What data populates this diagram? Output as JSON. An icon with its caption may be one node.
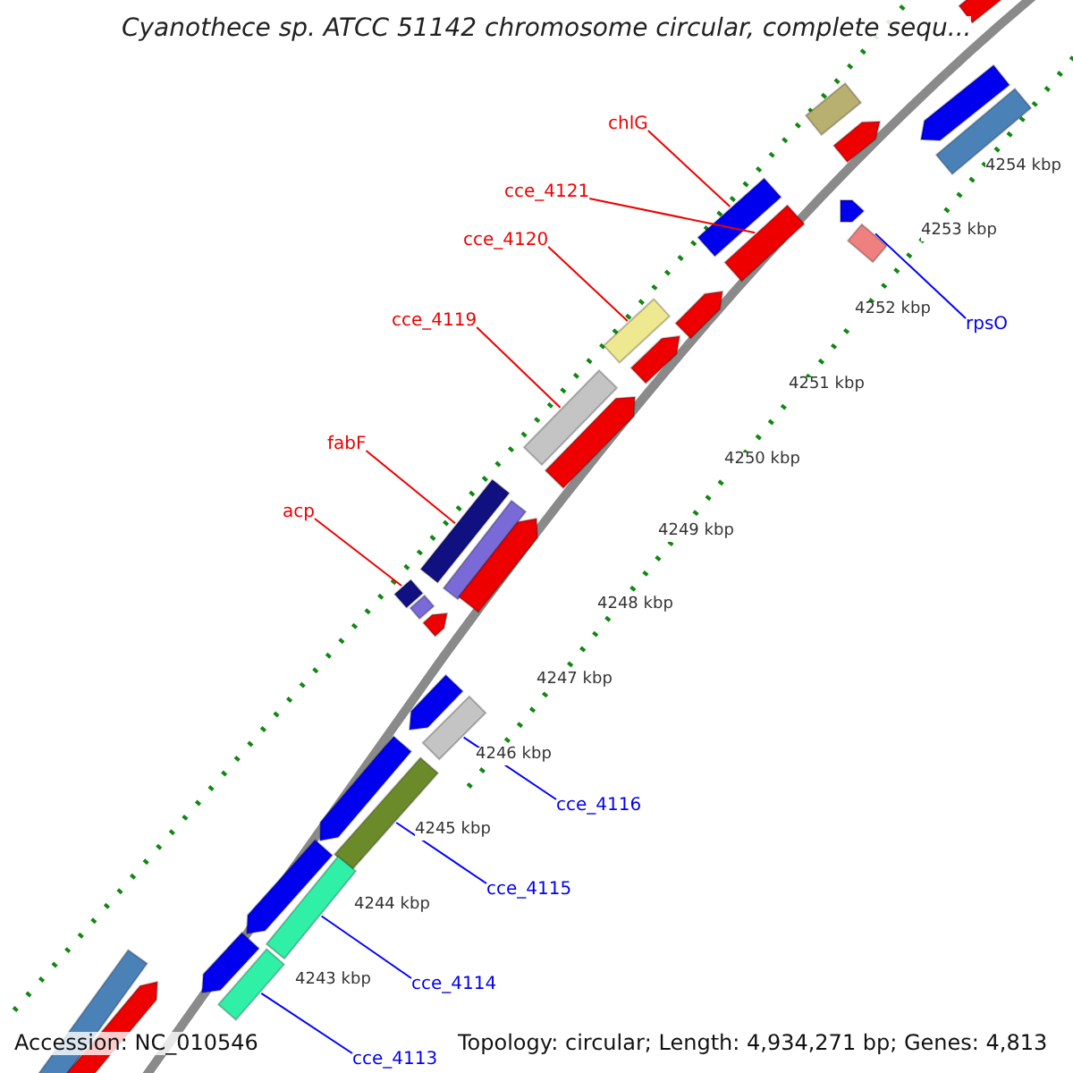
{
  "diagram": {
    "title": "Cyanothece sp. ATCC 51142 chromosome circular, complete sequ...",
    "nodes": [
      {
        "text": [
          "chlG"
        ]
      },
      {
        "text": [],
        "shape": "bar"
      },
      {
        "text": [
          "cce_4121"
        ]
      },
      {
        "text": [],
        "shape": "bar"
      },
      {
        "text": [
          "cce_4120"
        ]
      },
      {
        "text": [],
        "shape": "bar"
      },
      {
        "text": [
          "cce_4119"
        ]
      },
      {
        "text": [],
        "shape": "bar"
      },
      {
        "text": [
          "rpsO"
        ]
      },
      {
        "text": [],
        "shape": "bar"
      },
      {
        "text": [
          "fabF"
        ]
      },
      {
        "text": [],
        "shape": "bar"
      },
      {
        "text": [
          "acp"
        ]
      },
      {
        "text": [],
        "shape": "bar"
      },
      {
        "text": [
          "cce_4116"
        ]
      },
      {
        "text": [],
        "shape": "bar"
      },
      {
        "text": [
          "cce_4115"
        ]
      },
      {
        "text": [],
        "shape": "bar"
      },
      {
        "text": [
          "cce_4114"
        ]
      },
      {
        "text": [],
        "shape": "bar"
      },
      {
        "text": [
          "cce_4113"
        ]
      },
      {
        "text": [],
        "shape": "bar"
      },
      {
        "text": [],
        "shape": "pentagon"
      },
      {
        "text": [],
        "shape": "pentagon"
      },
      {
        "text": [],
        "shape": "bar"
      },
      {
        "text": [],
        "shape": "bar"
      },
      {
        "text": [],
        "shape": "pentagon"
      },
      {
        "text": [],
        "shape": "pentagon"
      },
      {
        "text": [],
        "shape": "pentagon"
      },
      {
        "text": [],
        "shape": "pentagon"
      },
      {
        "text": [],
        "shape": "pentagon"
      },
      {
        "text": [],
        "shape": "bar"
      },
      {
        "text": [],
        "shape": "pentagon"
      },
      {
        "text": [],
        "shape": "bar"
      },
      {
        "text": [],
        "shape": "pentagon"
      },
      {
        "text": [],
        "shape": "pentagon"
      },
      {
        "text": [],
        "shape": "pentagon"
      },
      {
        "text": [],
        "shape": "pentagon"
      },
      {
        "text": [],
        "shape": "pentagon"
      },
      {
        "text": [],
        "shape": "bar"
      },
      {
        "text": [],
        "shape": "pentagon"
      }
    ],
    "edges": [
      {
        "from": 0,
        "to": 1,
        "arrow": "none"
      },
      {
        "from": 2,
        "to": 3,
        "arrow": "none"
      },
      {
        "from": 4,
        "to": 5,
        "arrow": "none"
      },
      {
        "from": 6,
        "to": 7,
        "arrow": "none"
      },
      {
        "from": 8,
        "to": 9,
        "arrow": "none",
        "color": "#0000ff"
      },
      {
        "from": 10,
        "to": 11,
        "arrow": "none"
      },
      {
        "from": 12,
        "to": 13,
        "arrow": "none"
      },
      {
        "from": 14,
        "to": 15,
        "arrow": "none",
        "color": "#0000ff"
      },
      {
        "from": 16,
        "to": 17,
        "arrow": "none",
        "color": "#0000ff"
      },
      {
        "from": 18,
        "to": 19,
        "arrow": "none",
        "color": "#0000ff"
      },
      {
        "from": 20,
        "to": 21,
        "arrow": "none",
        "color": "#0000ff"
      }
    ],
    "labels": [
      "4254 kbp",
      "4253 kbp",
      "4252 kbp",
      "4251 kbp",
      "4250 kbp",
      "4249 kbp",
      "4248 kbp",
      "4247 kbp",
      "4246 kbp",
      "4245 kbp",
      "4244 kbp",
      "4243 kbp",
      "Accession: NC_010546",
      "Topology: circular; Length: 4,934,271 bp; Genes: 4,813"
    ]
  }
}
